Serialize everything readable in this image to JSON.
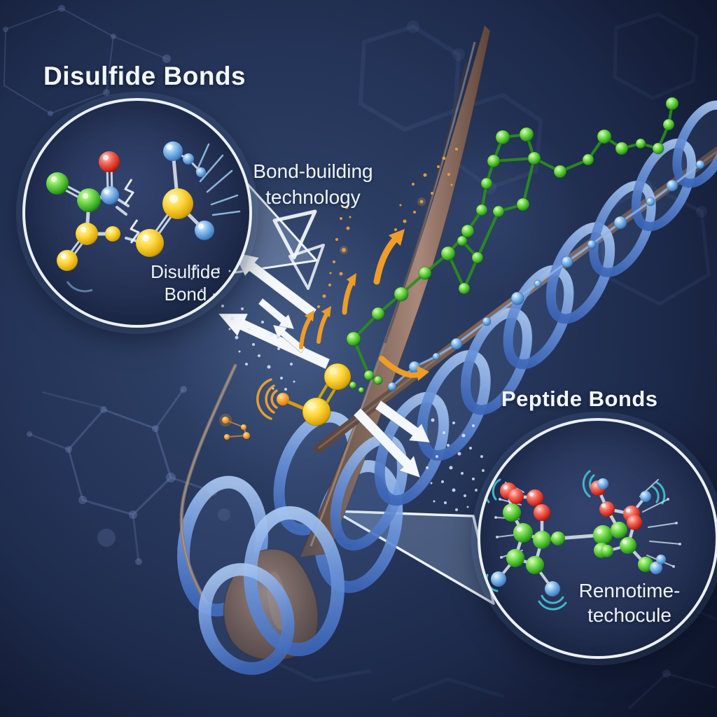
{
  "diagram": {
    "disulfide_section": {
      "title": "Disulfide Bonds",
      "molecule_caption_line1": "Disulfide",
      "molecule_caption_line2": "Bond"
    },
    "technology_label": {
      "line1": "Bond-building",
      "line2": "technology"
    },
    "peptide_section": {
      "title": "Peptide Bonds",
      "molecule_caption_line1": "Rennotime-",
      "molecule_caption_line2": "techocule"
    },
    "palette": {
      "background_navy": "#22315a",
      "helix_blue": "#5d8bd4",
      "hair_brown": "#8b7164",
      "atom_yellow": "#f6c50a",
      "atom_green": "#43bd2f",
      "atom_blue": "#63a2e0",
      "atom_red": "#d6352a",
      "accent_orange": "#ee9b28",
      "text_white": "#f2f6fb"
    }
  }
}
